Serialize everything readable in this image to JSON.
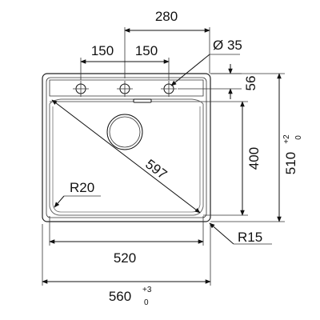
{
  "dimensions": {
    "top_span": "280",
    "hole_spacing_left": "150",
    "hole_spacing_right": "150",
    "hole_diameter": "Ø 35",
    "edge_to_holes": "56",
    "bowl_depth": "400",
    "overall_height": "510",
    "overall_height_tol_plus": "+2",
    "overall_height_tol_minus": "0",
    "diagonal": "597",
    "inner_radius": "R20",
    "outer_radius": "R15",
    "bowl_width": "520",
    "overall_width": "560",
    "overall_width_tol_plus": "+3",
    "overall_width_tol_minus": "0"
  }
}
